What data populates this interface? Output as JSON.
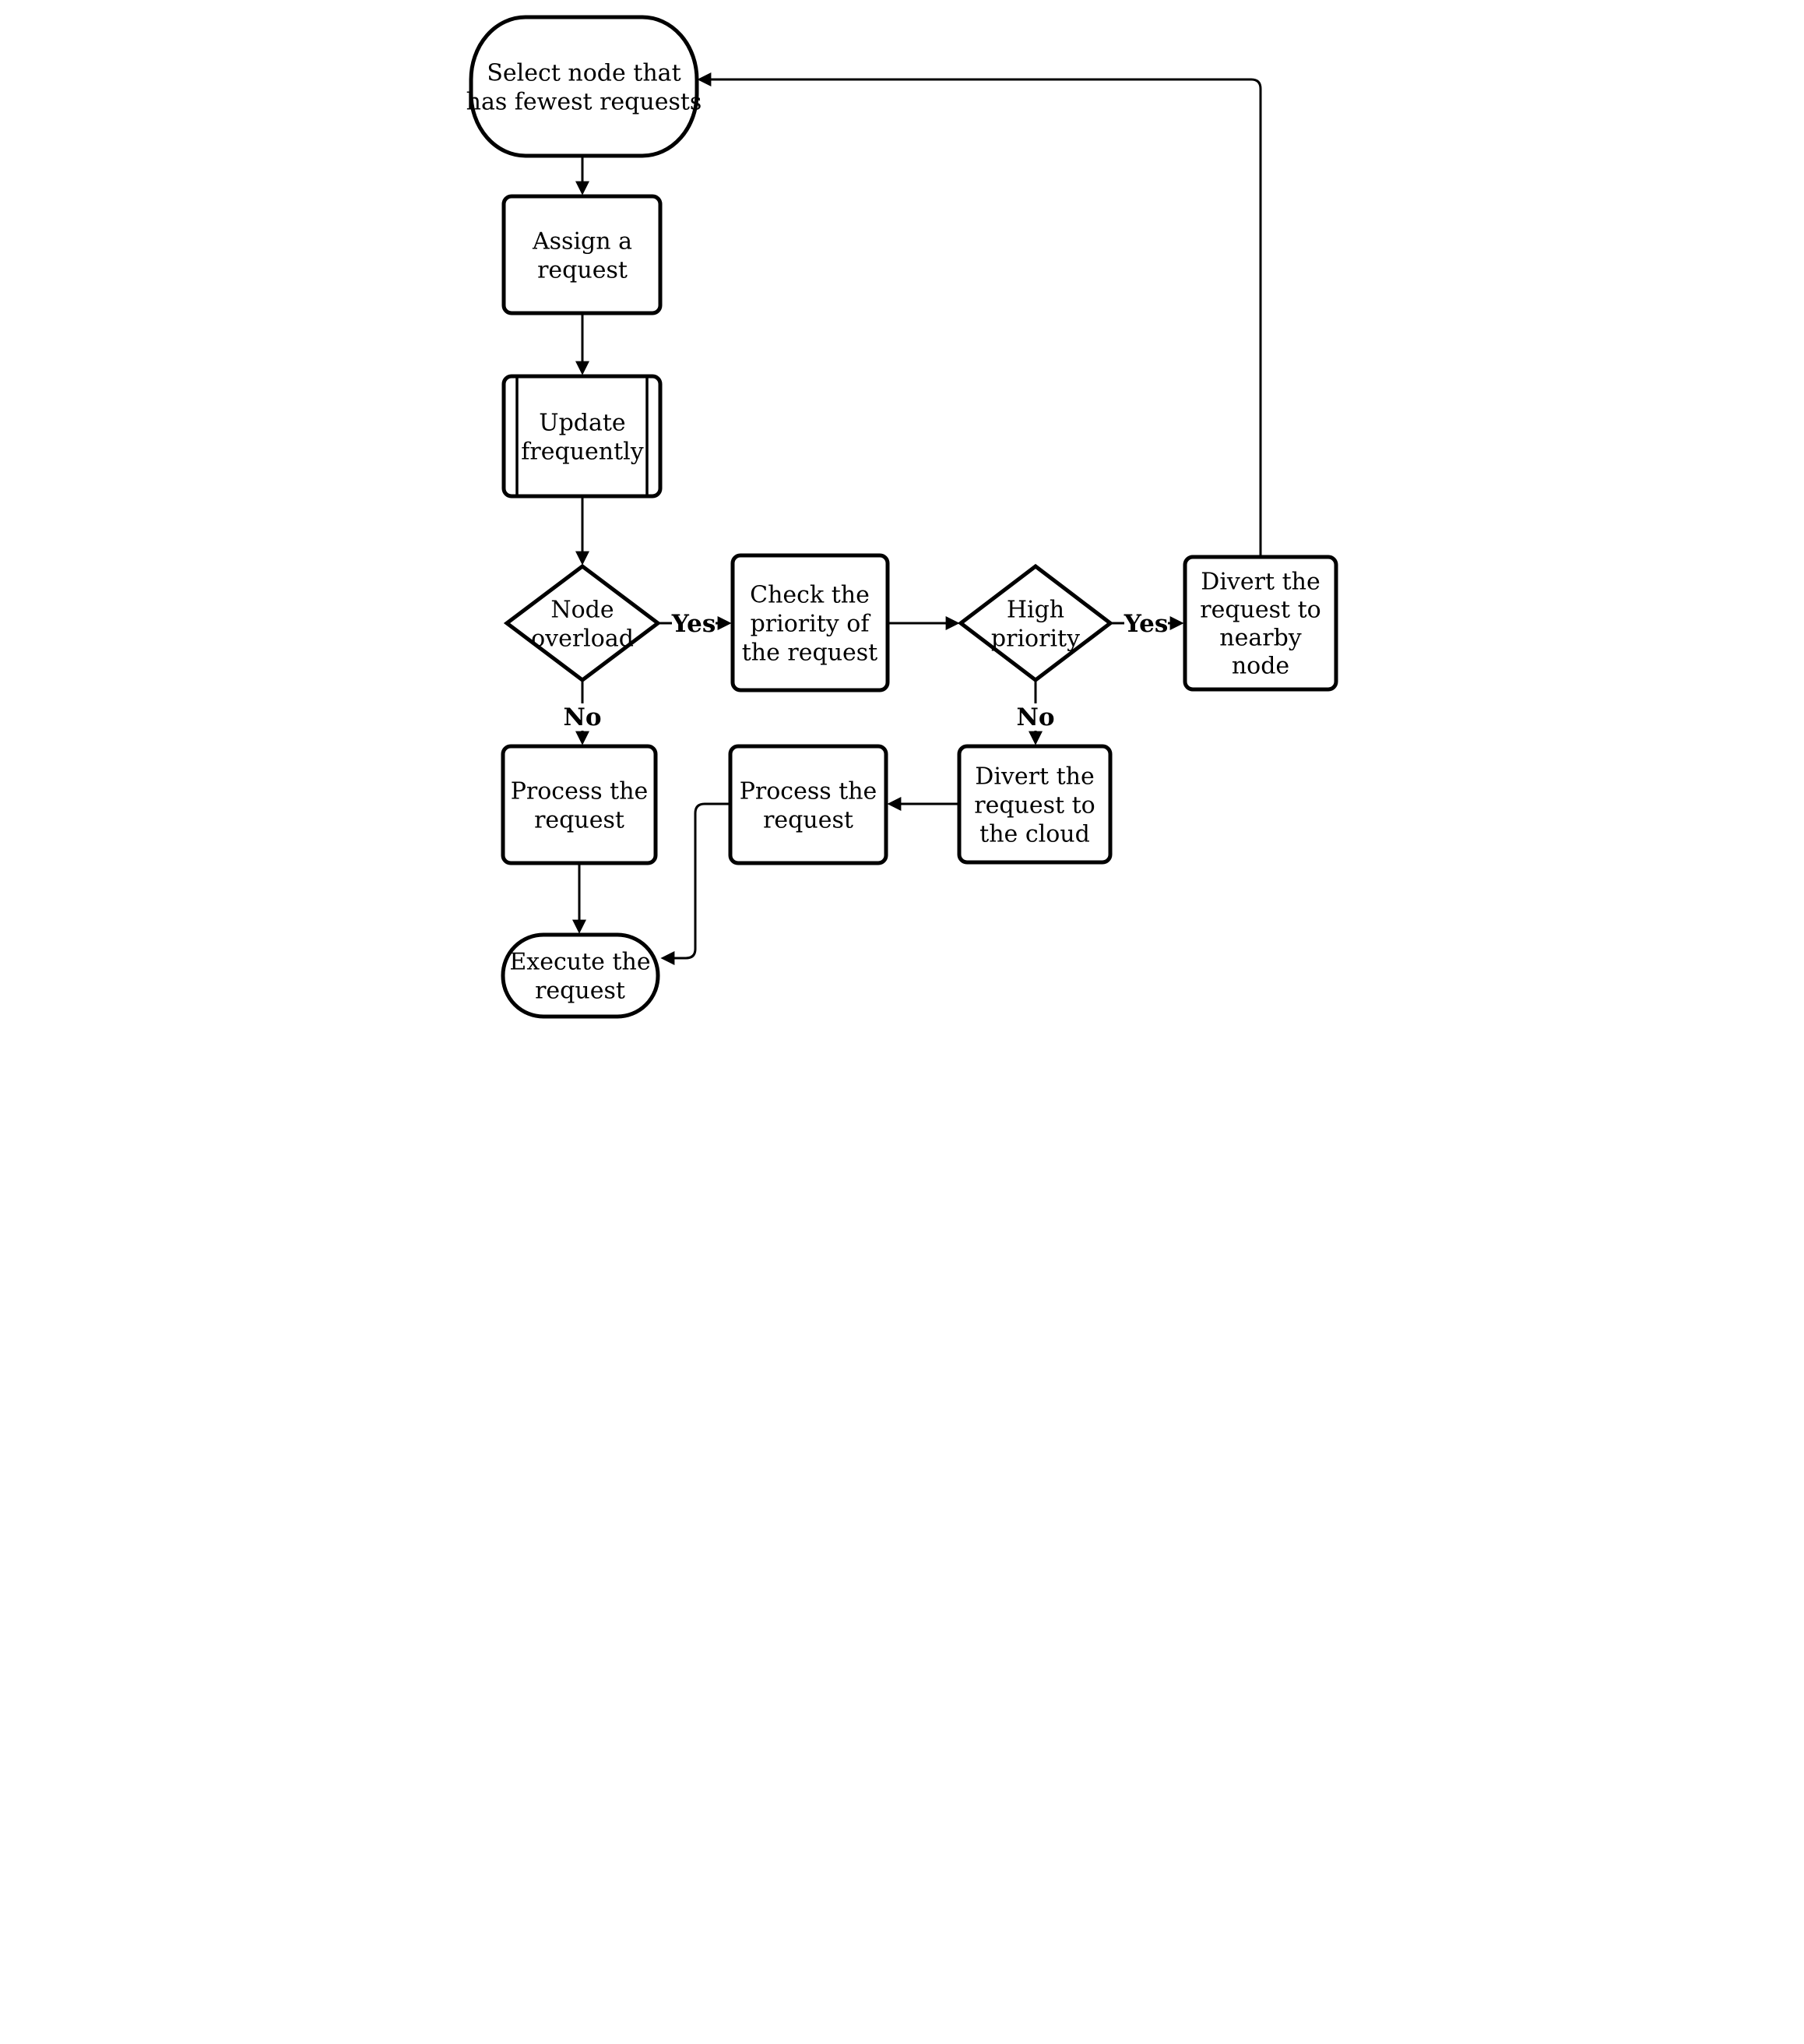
{
  "colors": {
    "background": "#ffffff",
    "line": "#000000",
    "text": "#000000"
  },
  "flowchart": {
    "nodes": [
      {
        "id": "start",
        "shape": "terminator",
        "label": "Select node that has fewest requests",
        "lines": [
          "Select node that",
          "has fewest requests"
        ]
      },
      {
        "id": "assign-request",
        "shape": "process",
        "label": "Assign a request",
        "lines": [
          "Assign a",
          "request"
        ]
      },
      {
        "id": "update-frequently",
        "shape": "predefined-process",
        "label": "Update frequently",
        "lines": [
          "Update",
          "frequently"
        ]
      },
      {
        "id": "node-overload",
        "shape": "decision",
        "label": "Node overload",
        "lines": [
          "Node",
          "overload"
        ]
      },
      {
        "id": "check-priority",
        "shape": "process",
        "label": "Check the priority of the request",
        "lines": [
          "Check the",
          "priority of",
          "the request"
        ]
      },
      {
        "id": "high-priority",
        "shape": "decision",
        "label": "High priority",
        "lines": [
          "High",
          "priority"
        ]
      },
      {
        "id": "divert-nearby",
        "shape": "process",
        "label": "Divert the request to nearby node",
        "lines": [
          "Divert the",
          "request to",
          "nearby",
          "node"
        ]
      },
      {
        "id": "process-request-left",
        "shape": "process",
        "label": "Process the request",
        "lines": [
          "Process the",
          "request"
        ]
      },
      {
        "id": "process-request-mid",
        "shape": "process",
        "label": "Process the request",
        "lines": [
          "Process the",
          "request"
        ]
      },
      {
        "id": "divert-cloud",
        "shape": "process",
        "label": "Divert the request to the cloud",
        "lines": [
          "Divert the",
          "request to",
          "the cloud"
        ]
      },
      {
        "id": "execute-request",
        "shape": "terminator",
        "label": "Execute the request",
        "lines": [
          "Execute the",
          "request"
        ]
      }
    ],
    "edge_labels": [
      {
        "edge": "node-overload-to-check-priority",
        "text": "Yes"
      },
      {
        "edge": "high-priority-to-divert-nearby",
        "text": "Yes"
      },
      {
        "edge": "node-overload-to-process-request",
        "text": "No"
      },
      {
        "edge": "high-priority-to-divert-cloud",
        "text": "No"
      }
    ],
    "edges": [
      {
        "from": "start",
        "to": "assign-request"
      },
      {
        "from": "assign-request",
        "to": "update-frequently"
      },
      {
        "from": "update-frequently",
        "to": "node-overload"
      },
      {
        "from": "node-overload",
        "to": "check-priority",
        "label": "Yes"
      },
      {
        "from": "check-priority",
        "to": "high-priority"
      },
      {
        "from": "high-priority",
        "to": "divert-nearby",
        "label": "Yes"
      },
      {
        "from": "divert-nearby",
        "to": "start"
      },
      {
        "from": "node-overload",
        "to": "process-request-left",
        "label": "No"
      },
      {
        "from": "process-request-left",
        "to": "execute-request"
      },
      {
        "from": "high-priority",
        "to": "divert-cloud",
        "label": "No"
      },
      {
        "from": "divert-cloud",
        "to": "process-request-mid"
      },
      {
        "from": "process-request-mid",
        "to": "execute-request"
      }
    ]
  }
}
